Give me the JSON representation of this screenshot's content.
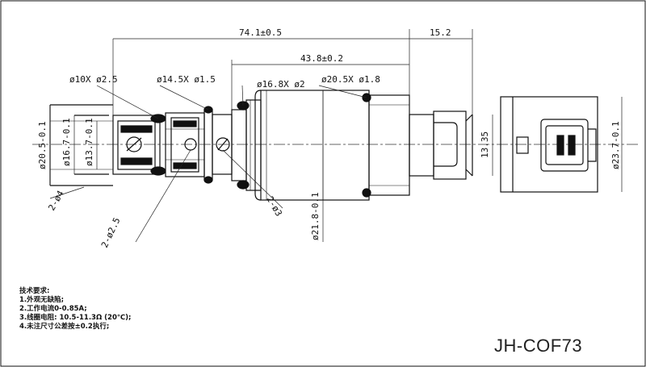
{
  "drawing": {
    "part_number": "JH-COF73",
    "dimensions": {
      "overall_length": "74.1±0.5",
      "connector_length": "15.2",
      "body_length": "43.8±0.2",
      "oring_small": "ø10X ø2.5",
      "oring_mid": "ø14.5X ø1.5",
      "oring_large": "ø16.8X ø2",
      "oring_body": "ø20.5X ø1.8",
      "dia_20_5": "ø20.5-0.1",
      "dia_16_7": "ø16.7-0.1",
      "dia_13_7": "ø13.7-0.1",
      "dia_21_8": "ø21.8-0.1",
      "dia_23_7": "ø23.7-0.1",
      "connector_height": "13.35",
      "holes_4": "2-ø4",
      "holes_2_5": "2-ø2.5",
      "holes_3": "2-ø3"
    },
    "notes": {
      "title": "技术要求:",
      "items": [
        "1.外观无缺陷;",
        "2.工作电流0-0.85A;",
        "3.线圈电阻: 10.5-11.3Ω (20℃);",
        "4.未注尺寸公差按±0.2执行;"
      ]
    }
  }
}
